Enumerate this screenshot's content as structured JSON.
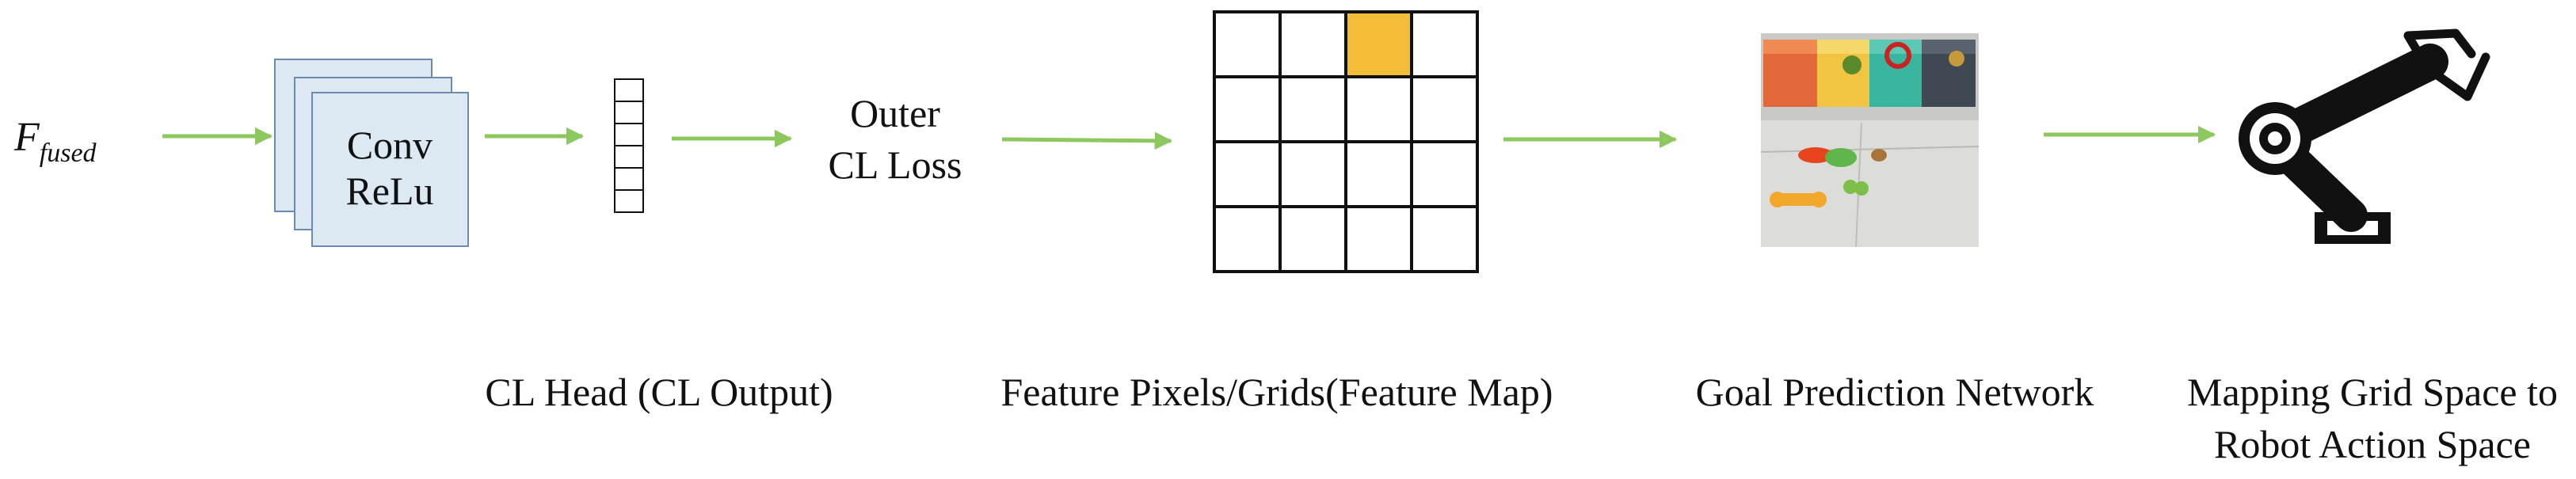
{
  "input": {
    "symbol": "F",
    "subscript": "fused"
  },
  "conv_block": {
    "line1": "Conv",
    "line2": "ReLu"
  },
  "loss": {
    "line1": "Outer",
    "line2": "CL Loss"
  },
  "captions": {
    "cl_head": "CL Head (CL Output)",
    "feature_map": "Feature Pixels/Grids(Feature Map)",
    "goal_net": "Goal Prediction Network",
    "mapping_line1": "Mapping Grid Space to",
    "mapping_line2": "Robot Action Space"
  },
  "grid": {
    "rows": 4,
    "cols": 4,
    "highlight_row": 0,
    "highlight_col": 2
  },
  "vector": {
    "cells": 6
  },
  "colors": {
    "arrow": "#8dc85f",
    "conv_fill": "#dce9f3",
    "conv_stroke": "#6b8bb0",
    "grid_highlight": "#f3bd3a",
    "robot": "#111111"
  }
}
